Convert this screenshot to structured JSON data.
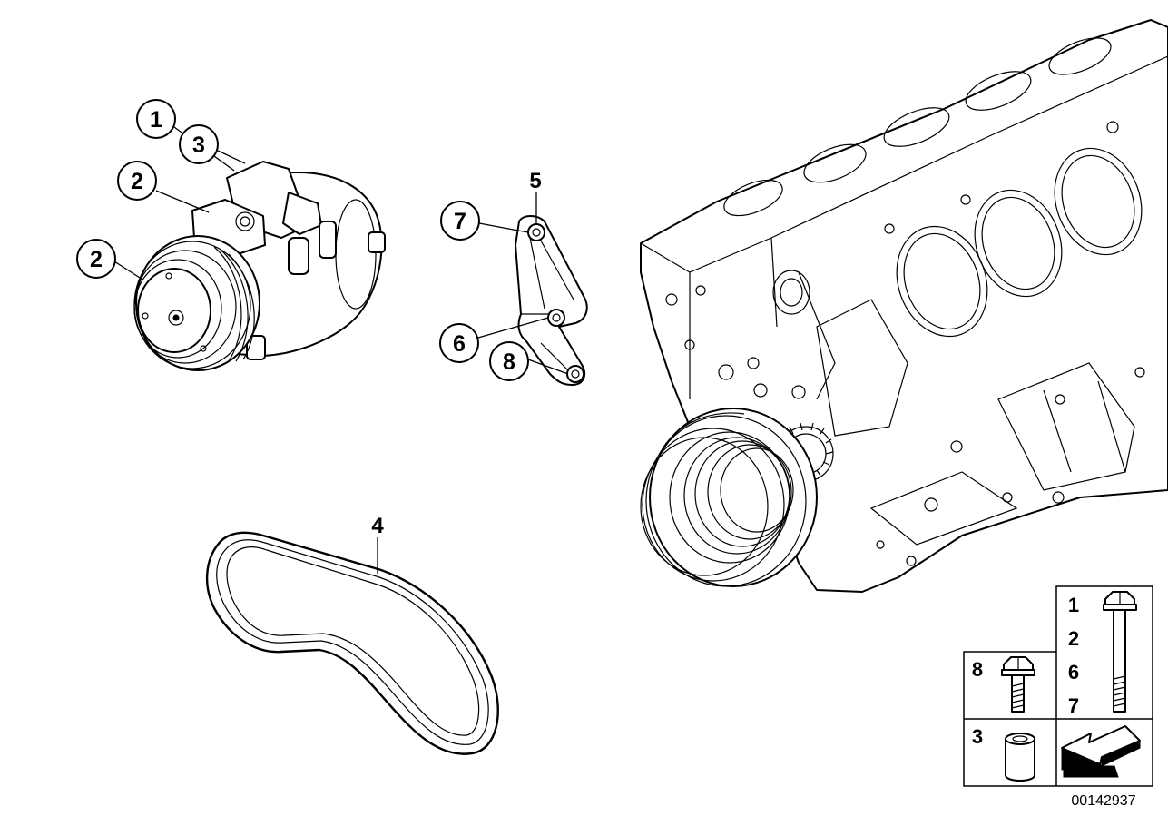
{
  "callouts": [
    {
      "label": "1"
    },
    {
      "label": "3"
    },
    {
      "label": "2"
    },
    {
      "label": "2"
    },
    {
      "label": "5"
    },
    {
      "label": "7"
    },
    {
      "label": "6"
    },
    {
      "label": "8"
    },
    {
      "label": "4"
    }
  ],
  "legend": {
    "bolt_long_numbers": [
      "1",
      "2",
      "6",
      "7"
    ],
    "bolt_short_number": "8",
    "sleeve_number": "3"
  },
  "diagram_id": "00142937"
}
